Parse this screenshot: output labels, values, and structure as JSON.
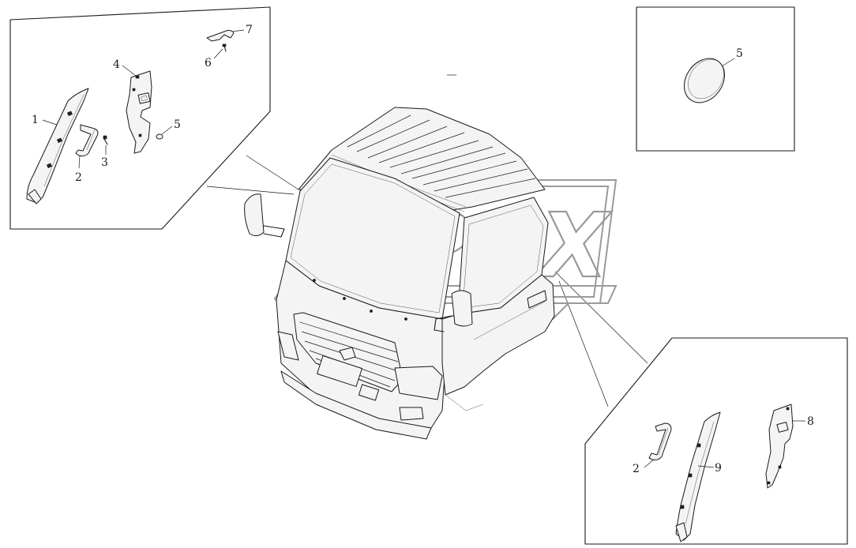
{
  "watermark": {
    "text": "OPEX"
  },
  "callouts": {
    "inset_left": {
      "n1": "1",
      "n2": "2",
      "n3": "3",
      "n4": "4",
      "n5": "5",
      "n6": "6",
      "n7": "7"
    },
    "inset_top_right": {
      "n5": "5"
    },
    "inset_bottom_right": {
      "n2": "2",
      "n8": "8",
      "n9": "9"
    }
  },
  "colors": {
    "line": "#1a1a1a",
    "watermark": "#9a9a9a",
    "background": "#ffffff"
  }
}
